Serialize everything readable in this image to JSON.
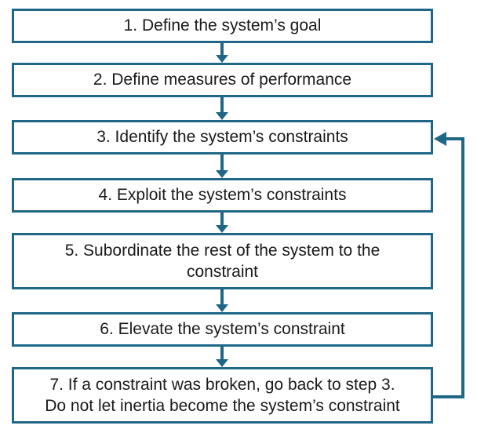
{
  "diagram": {
    "title": "Theory of Constraints process flowchart",
    "steps": [
      {
        "id": 1,
        "label": "1. Define the system’s goal"
      },
      {
        "id": 2,
        "label": "2. Define measures of performance"
      },
      {
        "id": 3,
        "label": "3. Identify the system’s constraints"
      },
      {
        "id": 4,
        "label": "4. Exploit the system’s constraints"
      },
      {
        "id": 5,
        "label": "5. Subordinate the rest of the system to the\nconstraint"
      },
      {
        "id": 6,
        "label": "6. Elevate the system’s constraint"
      },
      {
        "id": 7,
        "label": "7. If a constraint was broken, go back to step 3.\nDo not let inertia become the system’s constraint"
      }
    ],
    "connections": [
      {
        "from": 1,
        "to": 2,
        "type": "down-arrow"
      },
      {
        "from": 2,
        "to": 3,
        "type": "down-arrow"
      },
      {
        "from": 3,
        "to": 4,
        "type": "down-arrow"
      },
      {
        "from": 4,
        "to": 5,
        "type": "down-arrow"
      },
      {
        "from": 5,
        "to": 6,
        "type": "down-arrow"
      },
      {
        "from": 6,
        "to": 7,
        "type": "down-arrow"
      },
      {
        "from": 7,
        "to": 3,
        "type": "feedback-loop-right-side"
      }
    ]
  },
  "colors": {
    "accent": "#1f6787",
    "text": "#1a1a1a",
    "background": "#ffffff"
  }
}
